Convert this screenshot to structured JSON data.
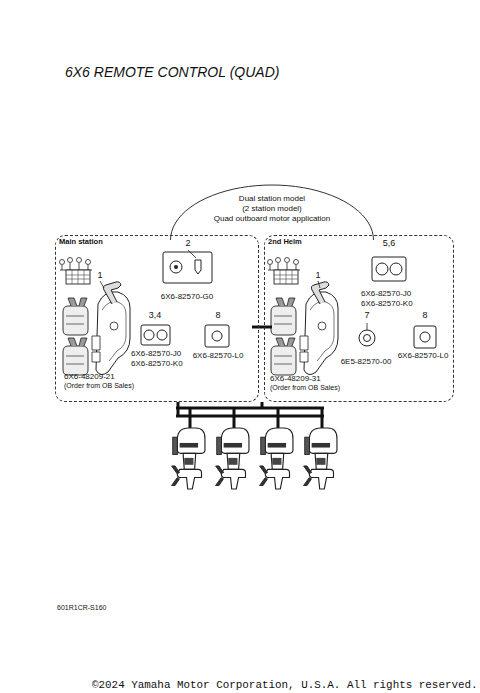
{
  "diagram": {
    "title": "6X6 REMOTE CONTROL (QUAD)",
    "nodes": [
      {
        "text": [
          "Dual station model",
          "(2 station model)",
          "Quad outboard motor application"
        ]
      },
      {
        "text": [
          "Main station"
        ]
      },
      {
        "text": [
          "2",
          "6X6-82570-G0"
        ],
        "in": 1
      },
      {
        "text": [
          "1",
          "6X6-48209-21",
          "(Order from OB Sales)"
        ],
        "in": 1
      },
      {
        "text": [
          "3,4",
          "6X6-82570-J0 6X6-82570-K0"
        ],
        "in": 1
      },
      {
        "text": [
          "8",
          "6X6-82570-L0"
        ],
        "in": 1
      },
      {
        "text": [
          "2nd Helm"
        ]
      },
      {
        "text": [
          "5,6",
          "6X6-82570-J0 6X6-82570-K0"
        ],
        "in": 6
      },
      {
        "text": [
          "1",
          "6X6-48209-31",
          "(Order from OB Sales)"
        ],
        "in": 6
      },
      {
        "text": [
          "7",
          "6E5-82570-00"
        ],
        "in": 6
      },
      {
        "text": [
          "8",
          "6X6-82570-L0"
        ],
        "in": 6
      }
    ],
    "labels": [
      "601R1CR-S160",
      "©2024 Yamaha Motor Corporation, U.S.A. All rights reserved."
    ]
  }
}
